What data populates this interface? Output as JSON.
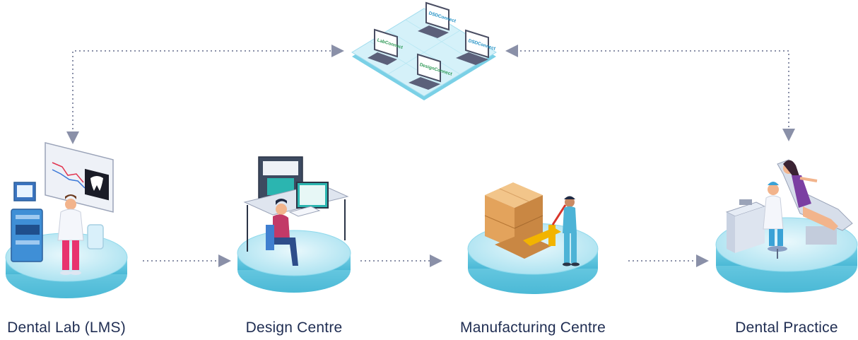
{
  "stations": [
    {
      "label": "Dental Lab (LMS)"
    },
    {
      "label": "Design Centre"
    },
    {
      "label": "Manufacturing Centre"
    },
    {
      "label": "Dental Practice"
    }
  ],
  "network": {
    "laptops": [
      {
        "screen_text": "LabConnect"
      },
      {
        "screen_text": "DSDConnect"
      },
      {
        "screen_text": "DSDConnect"
      },
      {
        "screen_text": "DesignConnect"
      }
    ]
  },
  "colors": {
    "label_text": "#1f2d52",
    "platform_top": "#bfeaf5",
    "platform_side": "#5fc8e0",
    "arrow": "#8a90a8",
    "laptop": "#4a4e63"
  }
}
